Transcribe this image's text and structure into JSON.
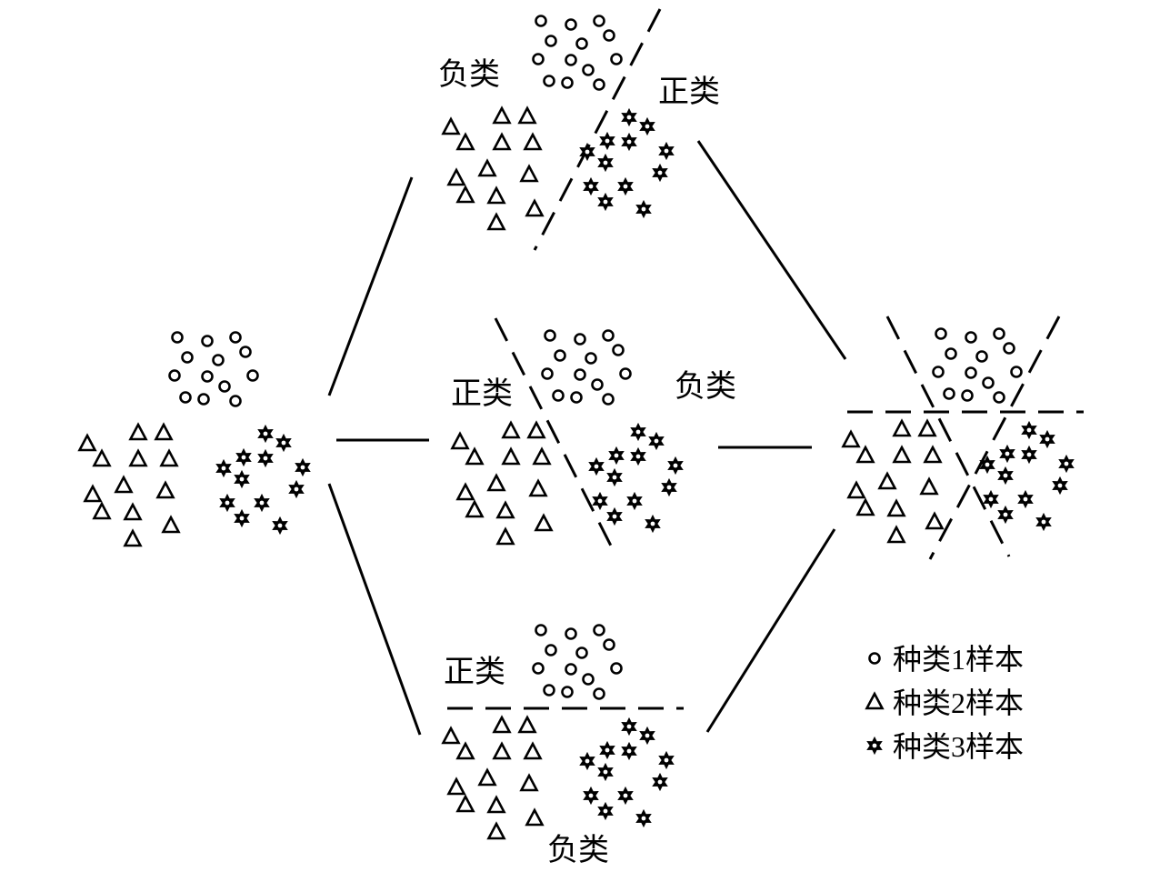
{
  "labels": {
    "negative": "负类",
    "positive": "正类"
  },
  "legend": [
    {
      "symbol": "circle",
      "text": "种类1样本"
    },
    {
      "symbol": "triangle",
      "text": "种类2样本"
    },
    {
      "symbol": "star",
      "text": "种类3样本"
    }
  ],
  "colors": {
    "ink": "#000000",
    "background": "#ffffff"
  }
}
